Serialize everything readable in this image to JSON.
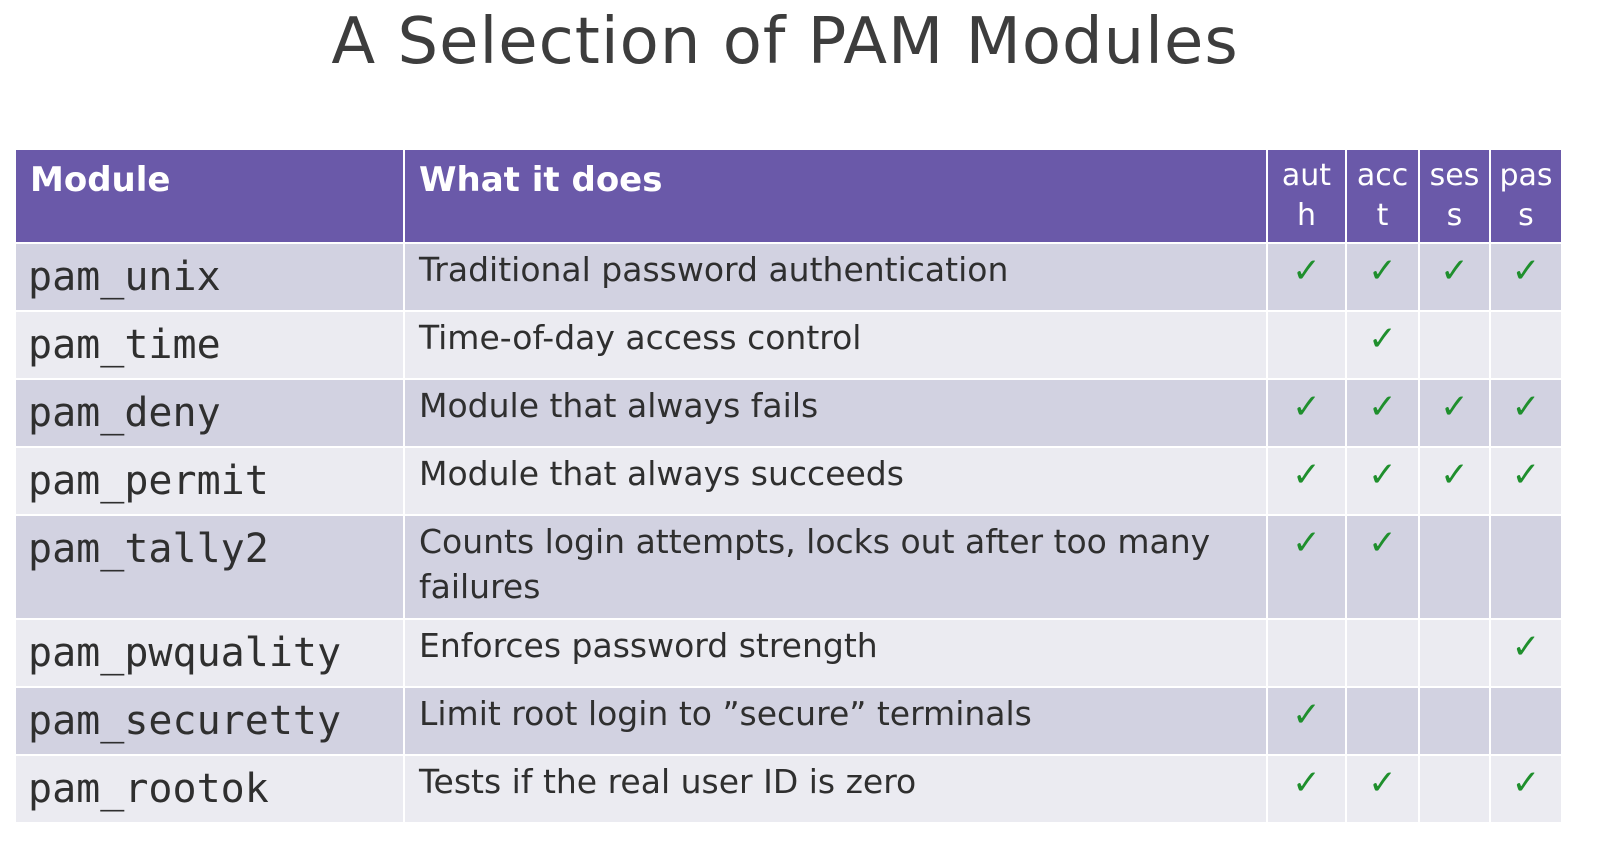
{
  "title": "A Selection of PAM Modules",
  "colors": {
    "header_bg": "#6a59a9",
    "row_dark": "#d2d2e1",
    "row_light": "#ebebf1",
    "check": "#1f8f2d"
  },
  "check_icon": "✓",
  "headers": {
    "module": "Module",
    "what": "What it does",
    "auth": "auth",
    "acct": "acct",
    "sess": "sess",
    "pass": "pass"
  },
  "rows": [
    {
      "module": "pam_unix",
      "desc": "Traditional password authentication",
      "auth": true,
      "acct": true,
      "sess": true,
      "pass": true
    },
    {
      "module": "pam_time",
      "desc": "Time-of-day access control",
      "auth": false,
      "acct": true,
      "sess": false,
      "pass": false
    },
    {
      "module": "pam_deny",
      "desc": "Module that always fails",
      "auth": true,
      "acct": true,
      "sess": true,
      "pass": true
    },
    {
      "module": "pam_permit",
      "desc": "Module that always succeeds",
      "auth": true,
      "acct": true,
      "sess": true,
      "pass": true
    },
    {
      "module": "pam_tally2",
      "desc": "Counts login attempts, locks out after too many failures",
      "auth": true,
      "acct": true,
      "sess": false,
      "pass": false
    },
    {
      "module": "pam_pwquality",
      "desc": "Enforces password strength",
      "auth": false,
      "acct": false,
      "sess": false,
      "pass": true
    },
    {
      "module": "pam_securetty",
      "desc": "Limit root login to ”secure” terminals",
      "auth": true,
      "acct": false,
      "sess": false,
      "pass": false
    },
    {
      "module": "pam_rootok",
      "desc": "Tests if the real user ID is zero",
      "auth": true,
      "acct": true,
      "sess": false,
      "pass": true
    }
  ]
}
